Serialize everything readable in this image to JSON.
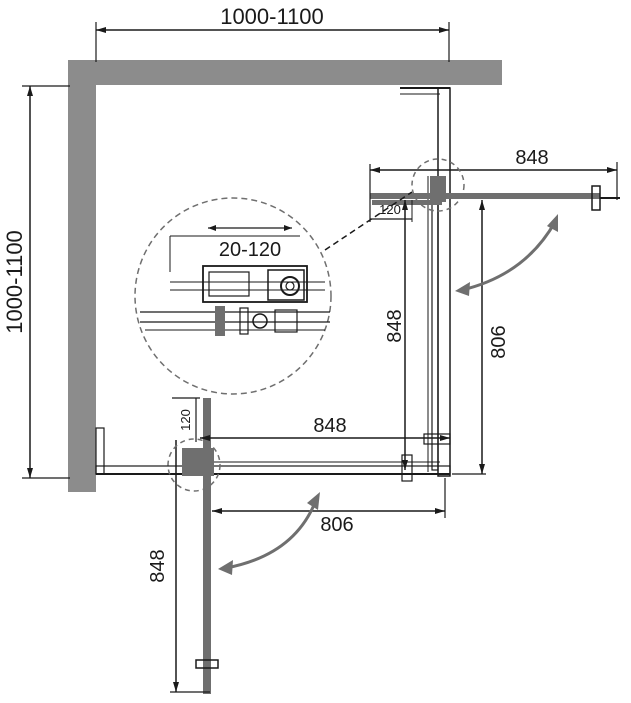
{
  "dimensions": {
    "top_width": "1000-1100",
    "left_height": "1000-1100",
    "right_door_width": "848",
    "right_side_height": "848",
    "right_opening": "806",
    "bottom_door_width": "848",
    "bottom_opening": "806",
    "bottom_door_height": "848",
    "detail_adjust": "20-120",
    "offset_right": "120",
    "offset_bottom": "120"
  },
  "colors": {
    "wall": "#8c8c8c",
    "line": "#1a1a1a",
    "door": "#6f6f6f"
  }
}
